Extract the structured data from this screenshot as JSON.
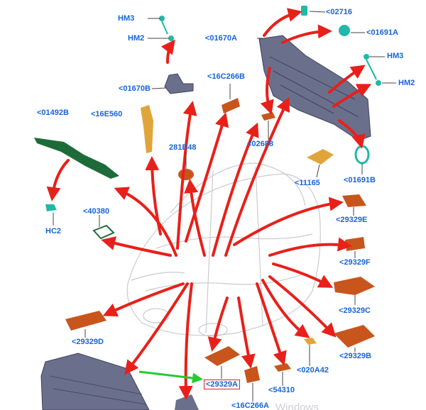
{
  "labels": {
    "hm3_top": "HM3",
    "hm2_top": "HM2",
    "p02716": "<02716",
    "p01670a": "<01670A",
    "p01691a": "<01691A",
    "hm3_right": "HM3",
    "hm2_right": "HM2",
    "p01670b": "<01670B",
    "p16c266b": "<16C266B",
    "p01492b": "<01492B",
    "p16e560": "<16E560",
    "p02688": "<02688",
    "p281b48": "281B48",
    "p11165": "<11165",
    "p01691b": "<01691B",
    "p40380": "<40380",
    "hc2": "HC2",
    "p29329e": "<29329E",
    "p29329f": "<29329F",
    "p29329c": "<29329C",
    "p29329d": "<29329D",
    "p29329b": "<29329B",
    "p29329a": "<29329A",
    "p020a42": "<020A42",
    "p54310": "<54310",
    "p16c266a": "<16C266A"
  },
  "watermark": "Windows",
  "colors": {
    "label_text": "#1565d8",
    "arrow": "#e8201a",
    "highlight_arrow": "#22cc33",
    "highlight_box": "#e0202a",
    "part_orange": "#c8551c",
    "part_gold": "#e0a53a",
    "part_green": "#1e6b3a",
    "part_teal": "#20b8a8",
    "part_steel": "#6a6f8c"
  }
}
